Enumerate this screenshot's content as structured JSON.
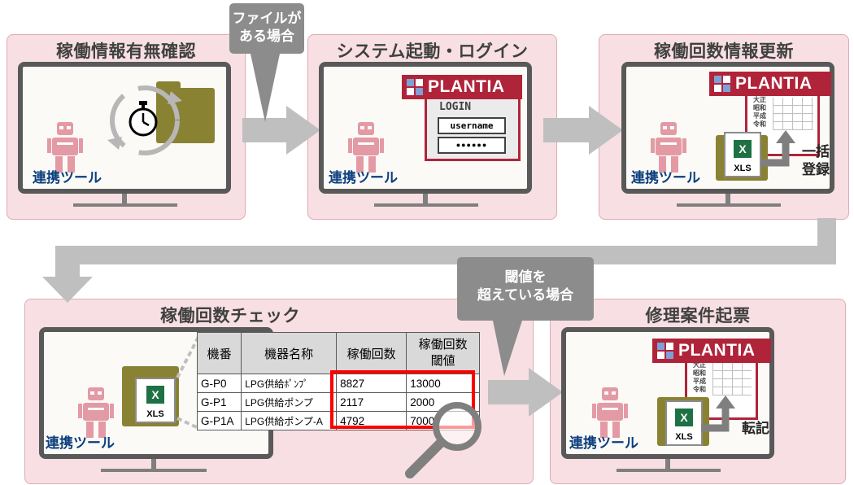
{
  "panels": {
    "p1": {
      "title": "稼働情報有無確認",
      "tool_label": "連携ツール"
    },
    "p2": {
      "title": "システム起動・ログイン",
      "tool_label": "連携ツール",
      "login_title": "LOGIN",
      "username": "username",
      "password": "●●●●●●"
    },
    "p3": {
      "title": "稼働回数情報更新",
      "tool_label": "連携ツール",
      "action_label": "一括登録"
    },
    "p4": {
      "title": "稼働回数チェック",
      "tool_label": "連携ツール"
    },
    "p5": {
      "title": "修理案件起票",
      "tool_label": "連携ツール",
      "action_label": "転記"
    }
  },
  "brand": "PLANTIA",
  "xls_label": "XLS",
  "excel_glyph": "X",
  "form_labels": [
    "大正",
    "昭和",
    "平成",
    "令和"
  ],
  "callouts": {
    "file_exists": [
      "ファイルが",
      "ある場合"
    ],
    "threshold": [
      "閾値を",
      "超えている場合"
    ]
  },
  "table": {
    "headers": [
      "機番",
      "機器名称",
      "稼働回数",
      "稼働回数\n閾値"
    ],
    "rows": [
      [
        "G-P0",
        "LPG供給ﾎﾟﾝﾌﾟ",
        "8827",
        "13000"
      ],
      [
        "G-P1",
        "LPG供給ポンプ",
        "2117",
        "2000"
      ],
      [
        "G-P1A",
        "LPG供給ポンプ-A",
        "4792",
        "7000"
      ]
    ]
  },
  "icons": [
    "robot-icon",
    "folder-icon",
    "stopwatch-icon",
    "refresh-icon",
    "plantia-logo-icon",
    "excel-icon",
    "magnifier-icon",
    "arrow-icon"
  ],
  "colors": {
    "panel_bg": "#f7dfe3",
    "panel_border": "#e0aab3",
    "brand_red": "#b0243a",
    "robot": "#e39aa5",
    "arrow_gray": "#bfbfbf",
    "callout_gray": "#8c8c8c",
    "label_blue": "#0b3e7e",
    "highlight_red": "#ff0000"
  }
}
